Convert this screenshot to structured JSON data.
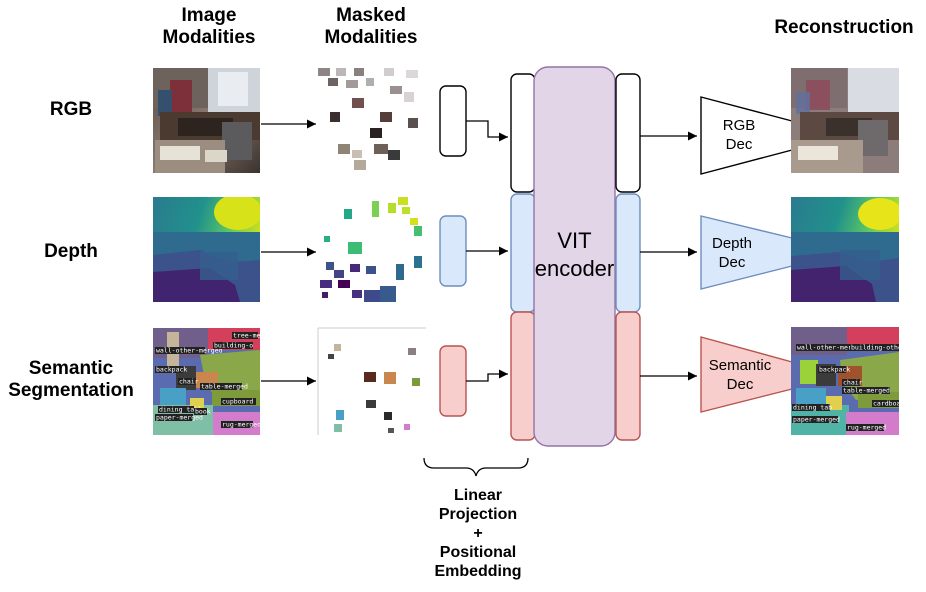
{
  "headers": {
    "image_modalities": [
      "Image",
      "Modalities"
    ],
    "masked_modalities": [
      "Masked",
      "Modalities"
    ],
    "reconstruction": "Reconstruction"
  },
  "rows": {
    "rgb": {
      "label": "RGB",
      "decoder": [
        "RGB",
        "Dec"
      ]
    },
    "depth": {
      "label": "Depth",
      "decoder": [
        "Depth",
        "Dec"
      ]
    },
    "semantic": {
      "label": [
        "Semantic",
        "Segmentation"
      ],
      "decoder": [
        "Semantic",
        "Dec"
      ]
    }
  },
  "encoder": {
    "label": [
      "VIT",
      "encoder"
    ]
  },
  "projection_note": [
    "Linear",
    "Projection",
    "+",
    "Positional",
    "Embedding"
  ],
  "seg_tags": {
    "input": [
      "wall-other-merged",
      "building-o",
      "tree-merged",
      "backpack",
      "chair",
      "table-merged",
      "cupboard",
      "dining table",
      "paper-merged",
      "rug-merged",
      "book"
    ],
    "output": [
      "wall-other-merg",
      "building-other",
      "backpack",
      "chair",
      "table-merged",
      "cardboa",
      "dining tab",
      "paper-merged",
      "rug-merged"
    ]
  },
  "colors": {
    "rgb_fill": "#ffffff",
    "rgb_stroke": "#000000",
    "depth_fill": "#dae8fc",
    "depth_stroke": "#6c8ebf",
    "sem_fill": "#f8cecc",
    "sem_stroke": "#b85450",
    "encoder_fill": "#e1d5e7",
    "encoder_stroke": "#9673a6"
  }
}
